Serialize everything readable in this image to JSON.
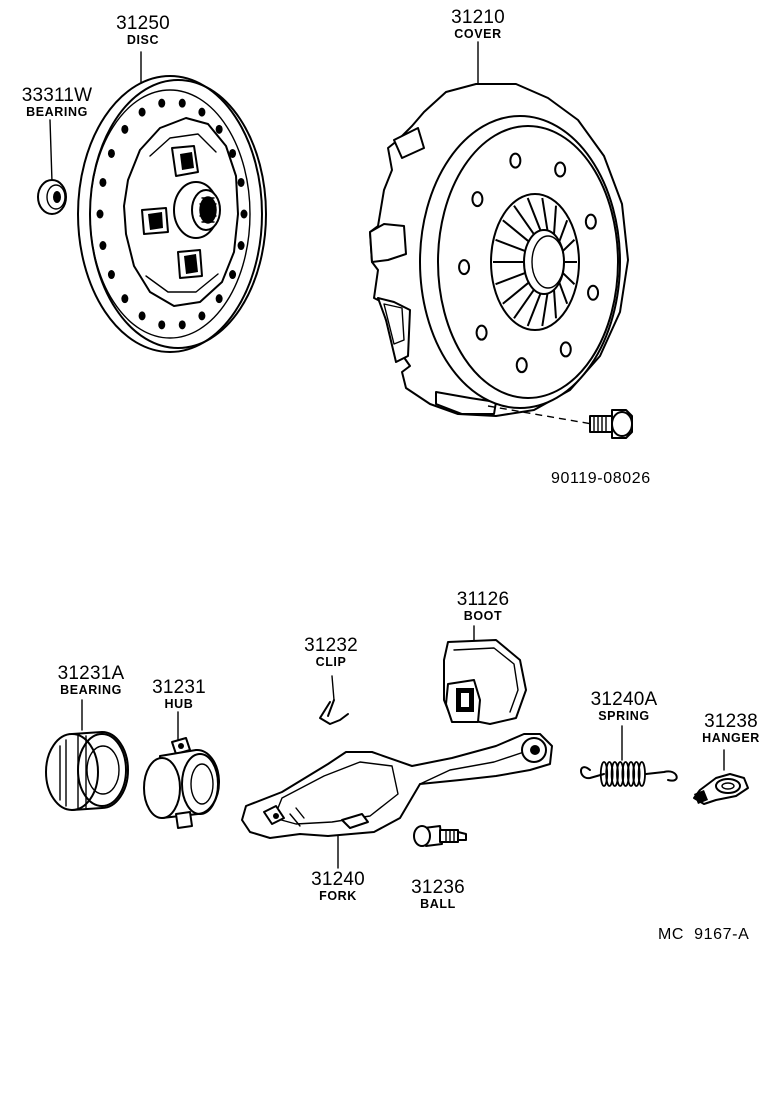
{
  "parts": [
    {
      "id": "disc",
      "number": "31250",
      "name": "DISC"
    },
    {
      "id": "pilot-bearing",
      "number": "33311W",
      "name": "BEARING"
    },
    {
      "id": "cover",
      "number": "31210",
      "name": "COVER"
    },
    {
      "id": "cover-bolt",
      "number": "90119-08026",
      "name": ""
    },
    {
      "id": "boot",
      "number": "31126",
      "name": "BOOT"
    },
    {
      "id": "clip",
      "number": "31232",
      "name": "CLIP"
    },
    {
      "id": "release-bearing",
      "number": "31231A",
      "name": "BEARING"
    },
    {
      "id": "hub",
      "number": "31231",
      "name": "HUB"
    },
    {
      "id": "spring",
      "number": "31240A",
      "name": "SPRING"
    },
    {
      "id": "hanger",
      "number": "31238",
      "name": "HANGER"
    },
    {
      "id": "fork",
      "number": "31240",
      "name": "FORK"
    },
    {
      "id": "ball",
      "number": "31236",
      "name": "BALL"
    }
  ],
  "diagram_code": "MC  9167-A"
}
